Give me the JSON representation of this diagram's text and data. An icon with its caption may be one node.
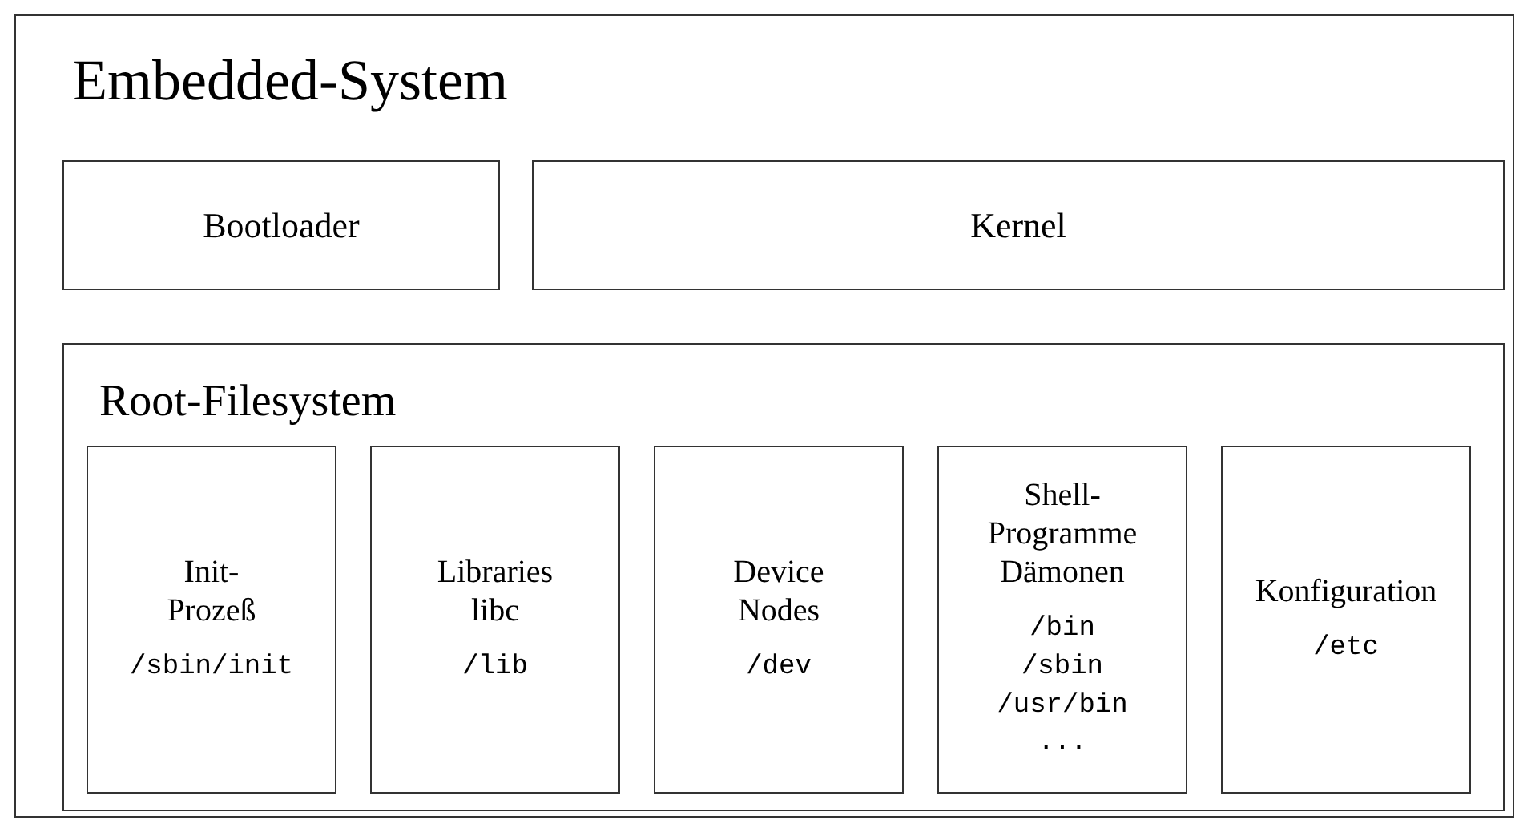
{
  "diagram": {
    "nodes": [
      {
        "text": [
          "Embedded-System"
        ]
      },
      {
        "text": [
          "Bootloader"
        ],
        "in": 0
      },
      {
        "text": [
          "Kernel"
        ],
        "in": 0
      },
      {
        "text": [
          "Root-Filesystem"
        ],
        "in": 0
      },
      {
        "text": [
          "Init-Prozeß",
          "/sbin/init"
        ],
        "in": 3
      },
      {
        "text": [
          "Libraries libc",
          "/lib"
        ],
        "in": 3
      },
      {
        "text": [
          "Device Nodes",
          "/dev"
        ],
        "in": 3
      },
      {
        "text": [
          "Shell-Programme Dämonen",
          "/bin",
          "/sbin",
          "/usr/bin",
          "..."
        ],
        "in": 3
      },
      {
        "text": [
          "Konfiguration",
          "/etc"
        ],
        "in": 3
      }
    ]
  }
}
